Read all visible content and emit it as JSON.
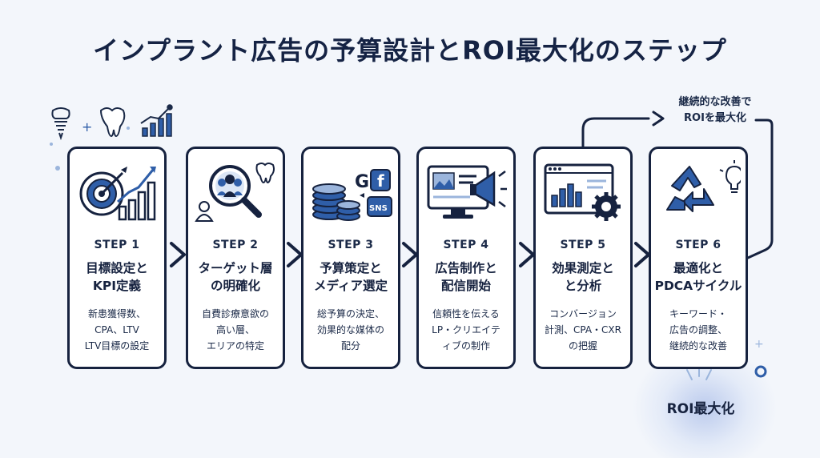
{
  "title": "インプラント広告の予算設計とROI最大化のステップ",
  "steps": [
    {
      "step": "STEP 1",
      "title": "目標設定と\nKPI定義",
      "desc": "新患獲得数、\nCPA、LTV\nLTV目標の設定",
      "icon": "target-growth-chart-icon"
    },
    {
      "step": "STEP 2",
      "title": "ターゲット層\nの明確化",
      "desc": "自費診療意欲の\n高い層、\nエリアの特定",
      "icon": "magnifier-audience-tooth-icon"
    },
    {
      "step": "STEP 3",
      "title": "予算策定と\nメディア選定",
      "desc": "総予算の決定、\n効果的な媒体の\n配分",
      "icon": "coins-media-logos-icon",
      "logos": {
        "g": "G",
        "f": "f",
        "sns": "SNS"
      }
    },
    {
      "step": "STEP 4",
      "title": "広告制作と\n配信開始",
      "desc": "信頼性を伝える\nLP・クリエイテ\nィブの制作",
      "icon": "monitor-megaphone-icon"
    },
    {
      "step": "STEP 5",
      "title": "効果測定と\nと分析",
      "desc": "コンバージョン\n計測、CPA・CXR\nの把握",
      "icon": "analytics-dashboard-gear-icon"
    },
    {
      "step": "STEP 6",
      "title": "最適化と\nPDCAサイクル",
      "desc": "キーワード・\n広告の調整、\n継続的な改善",
      "icon": "recycle-lightbulb-icon"
    }
  ],
  "loop_label": "継続的な改善で\nROIを最大化",
  "result_label": "ROI最大化",
  "colors": {
    "navy": "#16223f",
    "accent_blue": "#2f5ea8",
    "light_blue": "#9bb5dc",
    "background": "#f3f6fb"
  }
}
